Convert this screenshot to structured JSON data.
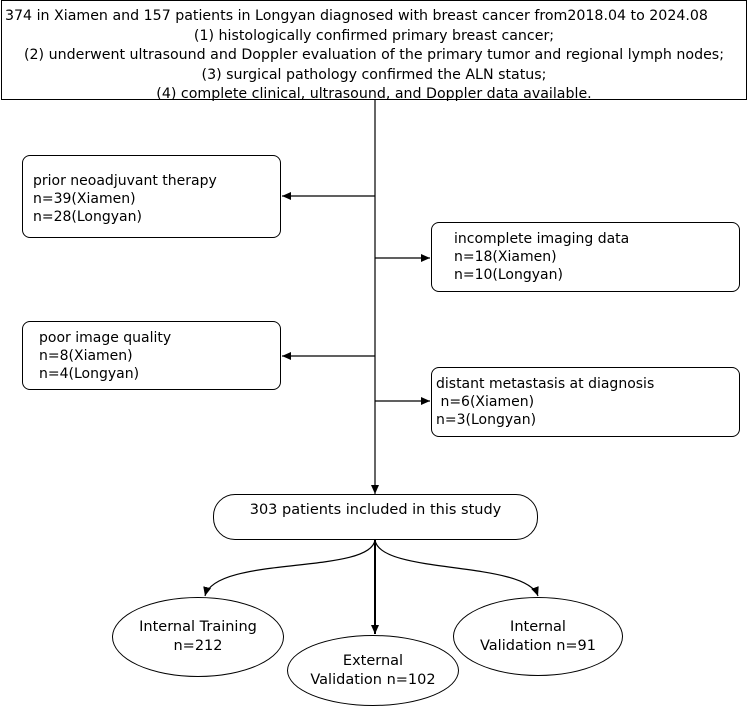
{
  "inclusion": {
    "line1": "374  in Xiamen and 157 patients in Longyan diagnosed with breast cancer from2018.04 to 2024.08",
    "line2": "(1) histologically confirmed primary breast cancer;",
    "line3": "(2) underwent ultrasound and Doppler evaluation of the primary tumor and regional lymph nodes;",
    "line4": "(3) surgical pathology confirmed the ALN status;",
    "line5": "(4) complete clinical, ultrasound, and Doppler data available."
  },
  "exclusions": [
    {
      "reason": "prior neoadjuvant therapy",
      "xiamen": "n=39(Xiamen)",
      "longyan": "n=28(Longyan)"
    },
    {
      "reason": "incomplete imaging data",
      "xiamen": "n=18(Xiamen)",
      "longyan": "n=10(Longyan)"
    },
    {
      "reason": "poor image quality",
      "xiamen": "n=8(Xiamen)",
      "longyan": "n=4(Longyan)"
    },
    {
      "reason": "distant metastasis at diagnosis",
      "xiamen": " n=6(Xiamen)",
      "longyan": "n=3(Longyan)"
    }
  ],
  "included": "303 patients included in this study",
  "cohorts": {
    "training": "Internal Training n=212",
    "external_line1": "External",
    "external_line2": "Validation n=102",
    "internal_line1": "Internal",
    "internal_line2": "Validation n=91"
  },
  "colors": {
    "stroke": "#000000",
    "background": "#ffffff"
  }
}
